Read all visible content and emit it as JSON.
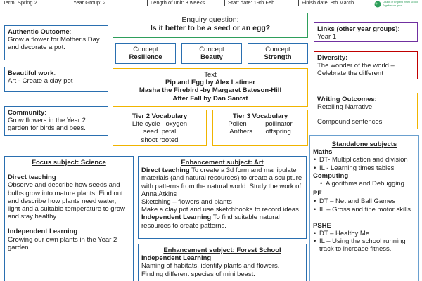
{
  "header": {
    "term": "Term: Spring 2",
    "year_group": "Year Group: 2",
    "length": "Length of unit: 3 weeks",
    "start": "Start date: 19th Feb",
    "finish": "Finish date: 8th March",
    "logo_text_1": "Church of England Infant School",
    "logo_text_2": "Together we grow"
  },
  "authentic": {
    "label": "Authentic Outcome",
    "text": "Grow a flower for Mother's Day and decorate a pot."
  },
  "beautiful": {
    "label": "Beautiful work",
    "text": "Art - Create a clay pot"
  },
  "community": {
    "label": "Community",
    "text": "Grow flowers in the Year 2 garden for birds and bees."
  },
  "enquiry": {
    "label": "Enquiry question:",
    "question": "Is it better to be a seed or an egg?"
  },
  "concepts": [
    {
      "label": "Concept",
      "value": "Resilience"
    },
    {
      "label": "Concept",
      "value": "Beauty"
    },
    {
      "label": "Concept",
      "value": "Strength"
    }
  ],
  "text_box": {
    "label": "Text",
    "lines": [
      "Pip and Egg by Alex Latimer",
      "Masha the Firebird -by Margaret Bateson-Hill",
      "After Fall by Dan Santat"
    ]
  },
  "tier2": {
    "label": "Tier 2 Vocabulary",
    "lines": [
      "Life cycle   oxygen",
      "seed  petal",
      "shoot rooted"
    ]
  },
  "tier3": {
    "label": "Tier 3 Vocabulary",
    "lines": [
      "Pollen          pollinator",
      "Anthers       offspring"
    ]
  },
  "links": {
    "label": "Links (other year groups):",
    "text": "Year 1"
  },
  "diversity": {
    "label": "Diversity:",
    "text": "The wonder of the world – Celebrate the different"
  },
  "writing": {
    "label": "Writing Outcomes:",
    "line1": "Retelling Narrative",
    "line2": "Compound sentences"
  },
  "focus": {
    "title": "Focus subject: Science",
    "direct_label": "Direct teaching",
    "direct_text": "Observe and describe how seeds and bulbs grow into mature plants.  Find out and describe how plants need water, light and a suitable temperature to grow and stay healthy.",
    "independent_label": "Independent Learning",
    "independent_text": "Growing our own plants in the Year 2 garden"
  },
  "art": {
    "title": "Enhancement subject: Art",
    "direct_label": "Direct teaching",
    "direct_text": " To create a 3d form and manipulate materials (and natural resources) to create a sculpture with patterns from the natural world. Study the work of Anna Atkins",
    "line2": "Sketching – flowers and plants",
    "line3": "Make a clay pot and use sketchbooks to record ideas.",
    "independent_label": "Independent Learning",
    "independent_text": " To find suitable natural resources to create patterns."
  },
  "forest": {
    "title": "Enhancement subject: Forest School",
    "independent_label": "Independent Learning",
    "line1": "Naming of habitats, identify plants and flowers.",
    "line2": "Finding different species of mini beast."
  },
  "standalone": {
    "title": "Standalone subjects",
    "maths_label": "Maths",
    "maths_items": [
      "DT- Multiplication and division",
      "IL -  Learning times tables"
    ],
    "computing_label": "Computing",
    "computing_items": [
      "Algorithms and Debugging"
    ],
    "pe_label": "PE",
    "pe_items": [
      "DT –  Net and Ball Games",
      "IL –   Gross and fine motor skills"
    ],
    "pshe_label": "PSHE",
    "pshe_items": [
      "DT –   Healthy Me",
      "IL –  Using the school running track to increase fitness."
    ]
  }
}
